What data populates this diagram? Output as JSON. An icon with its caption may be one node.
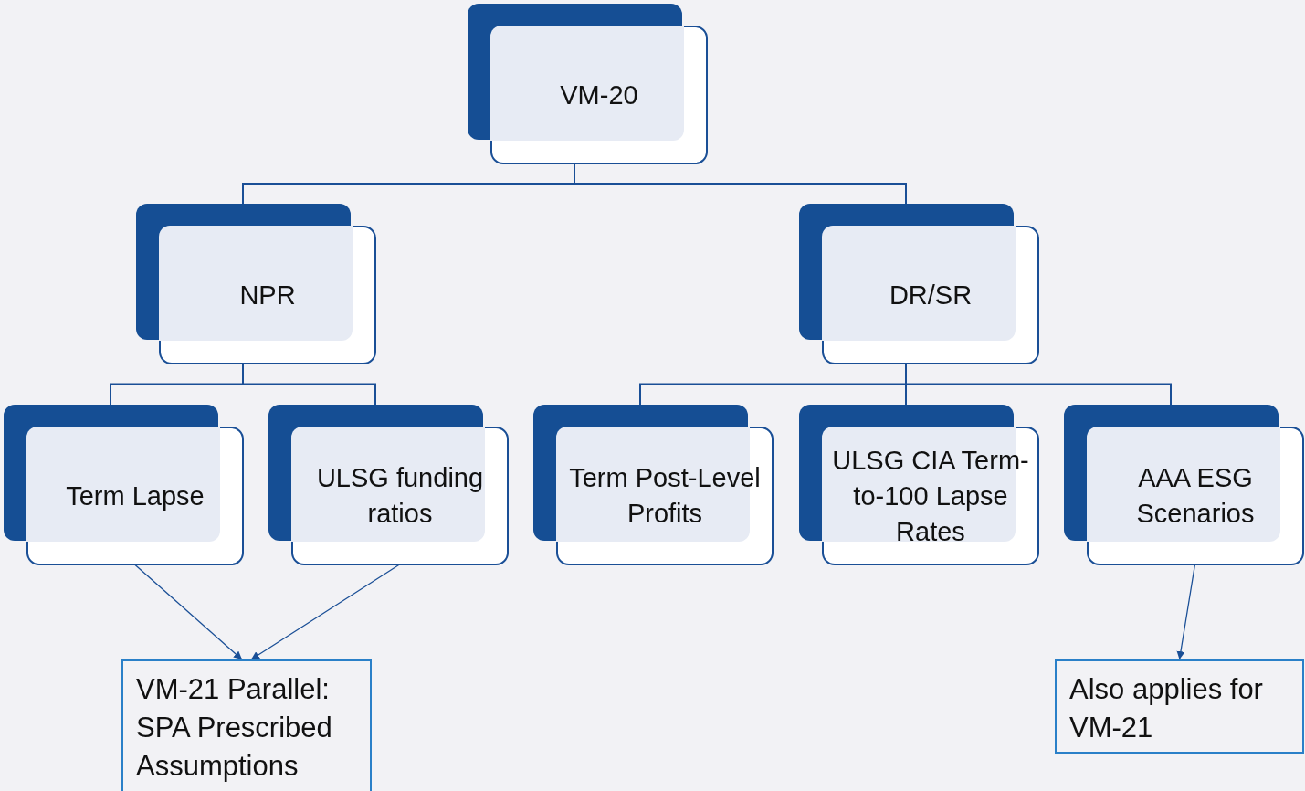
{
  "diagram": {
    "nodes": [
      {
        "text": [
          "VM-20"
        ]
      },
      {
        "text": [
          "NPR"
        ]
      },
      {
        "text": [
          "DR/SR"
        ]
      },
      {
        "text": [
          "Term Lapse"
        ]
      },
      {
        "text": [
          "ULSG funding ratios"
        ]
      },
      {
        "text": [
          "Term Post-Level Profits"
        ]
      },
      {
        "text": [
          "ULSG CIA Term-to-100 Lapse Rates"
        ]
      },
      {
        "text": [
          "AAA ESG Scenarios"
        ]
      },
      {
        "text": [
          "VM-21 Parallel: SPA Prescribed Assumptions"
        ]
      },
      {
        "text": [
          "Also applies for VM-21"
        ]
      }
    ],
    "edges": [
      {
        "from": 0,
        "to": 1,
        "arrow": "none"
      },
      {
        "from": 0,
        "to": 2,
        "arrow": "none"
      },
      {
        "from": 1,
        "to": 3,
        "arrow": "none"
      },
      {
        "from": 1,
        "to": 4,
        "arrow": "none"
      },
      {
        "from": 2,
        "to": 5,
        "arrow": "none"
      },
      {
        "from": 2,
        "to": 6,
        "arrow": "none"
      },
      {
        "from": 2,
        "to": 7,
        "arrow": "none"
      },
      {
        "from": 3,
        "to": 8,
        "arrow": "to"
      },
      {
        "from": 4,
        "to": 8,
        "arrow": "to"
      },
      {
        "from": 7,
        "to": 9,
        "arrow": "to"
      }
    ]
  }
}
